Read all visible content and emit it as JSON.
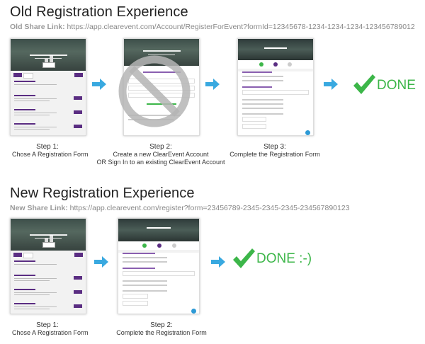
{
  "old": {
    "title": "Old Registration Experience",
    "share_label": "Old Share Link:",
    "share_url": "https://app.clearevent.com/Account/RegisterForEvent?formId=12345678-1234-1234-1234-123456789012",
    "steps": [
      {
        "step": "Step 1:",
        "lines": [
          "Chose A Registration Form"
        ]
      },
      {
        "step": "Step 2:",
        "lines": [
          "Create a new ClearEvent Account",
          "OR Sign In to an existing ClearEvent Account"
        ]
      },
      {
        "step": "Step 3:",
        "lines": [
          "Complete the Registration Form"
        ]
      }
    ],
    "done": "DONE"
  },
  "new": {
    "title": "New Registration Experience",
    "share_label": "New Share Link:",
    "share_url": "https://app.clearevent.com/register?form=23456789-2345-2345-2345-234567890123",
    "steps": [
      {
        "step": "Step 1:",
        "lines": [
          "Chose A Registration Form"
        ]
      },
      {
        "step": "Step 2:",
        "lines": [
          "Complete the Registration Form"
        ]
      }
    ],
    "done": "DONE :-)"
  },
  "colors": {
    "done_green": "#3cb649",
    "arrow_blue": "#39a9e0",
    "accent_purple": "#5a2d82",
    "prohibit_gray": "#b5b5b5"
  },
  "icons": {
    "arrow": "right-arrow-icon",
    "check": "checkmark-icon",
    "prohibited": "prohibited-icon"
  }
}
